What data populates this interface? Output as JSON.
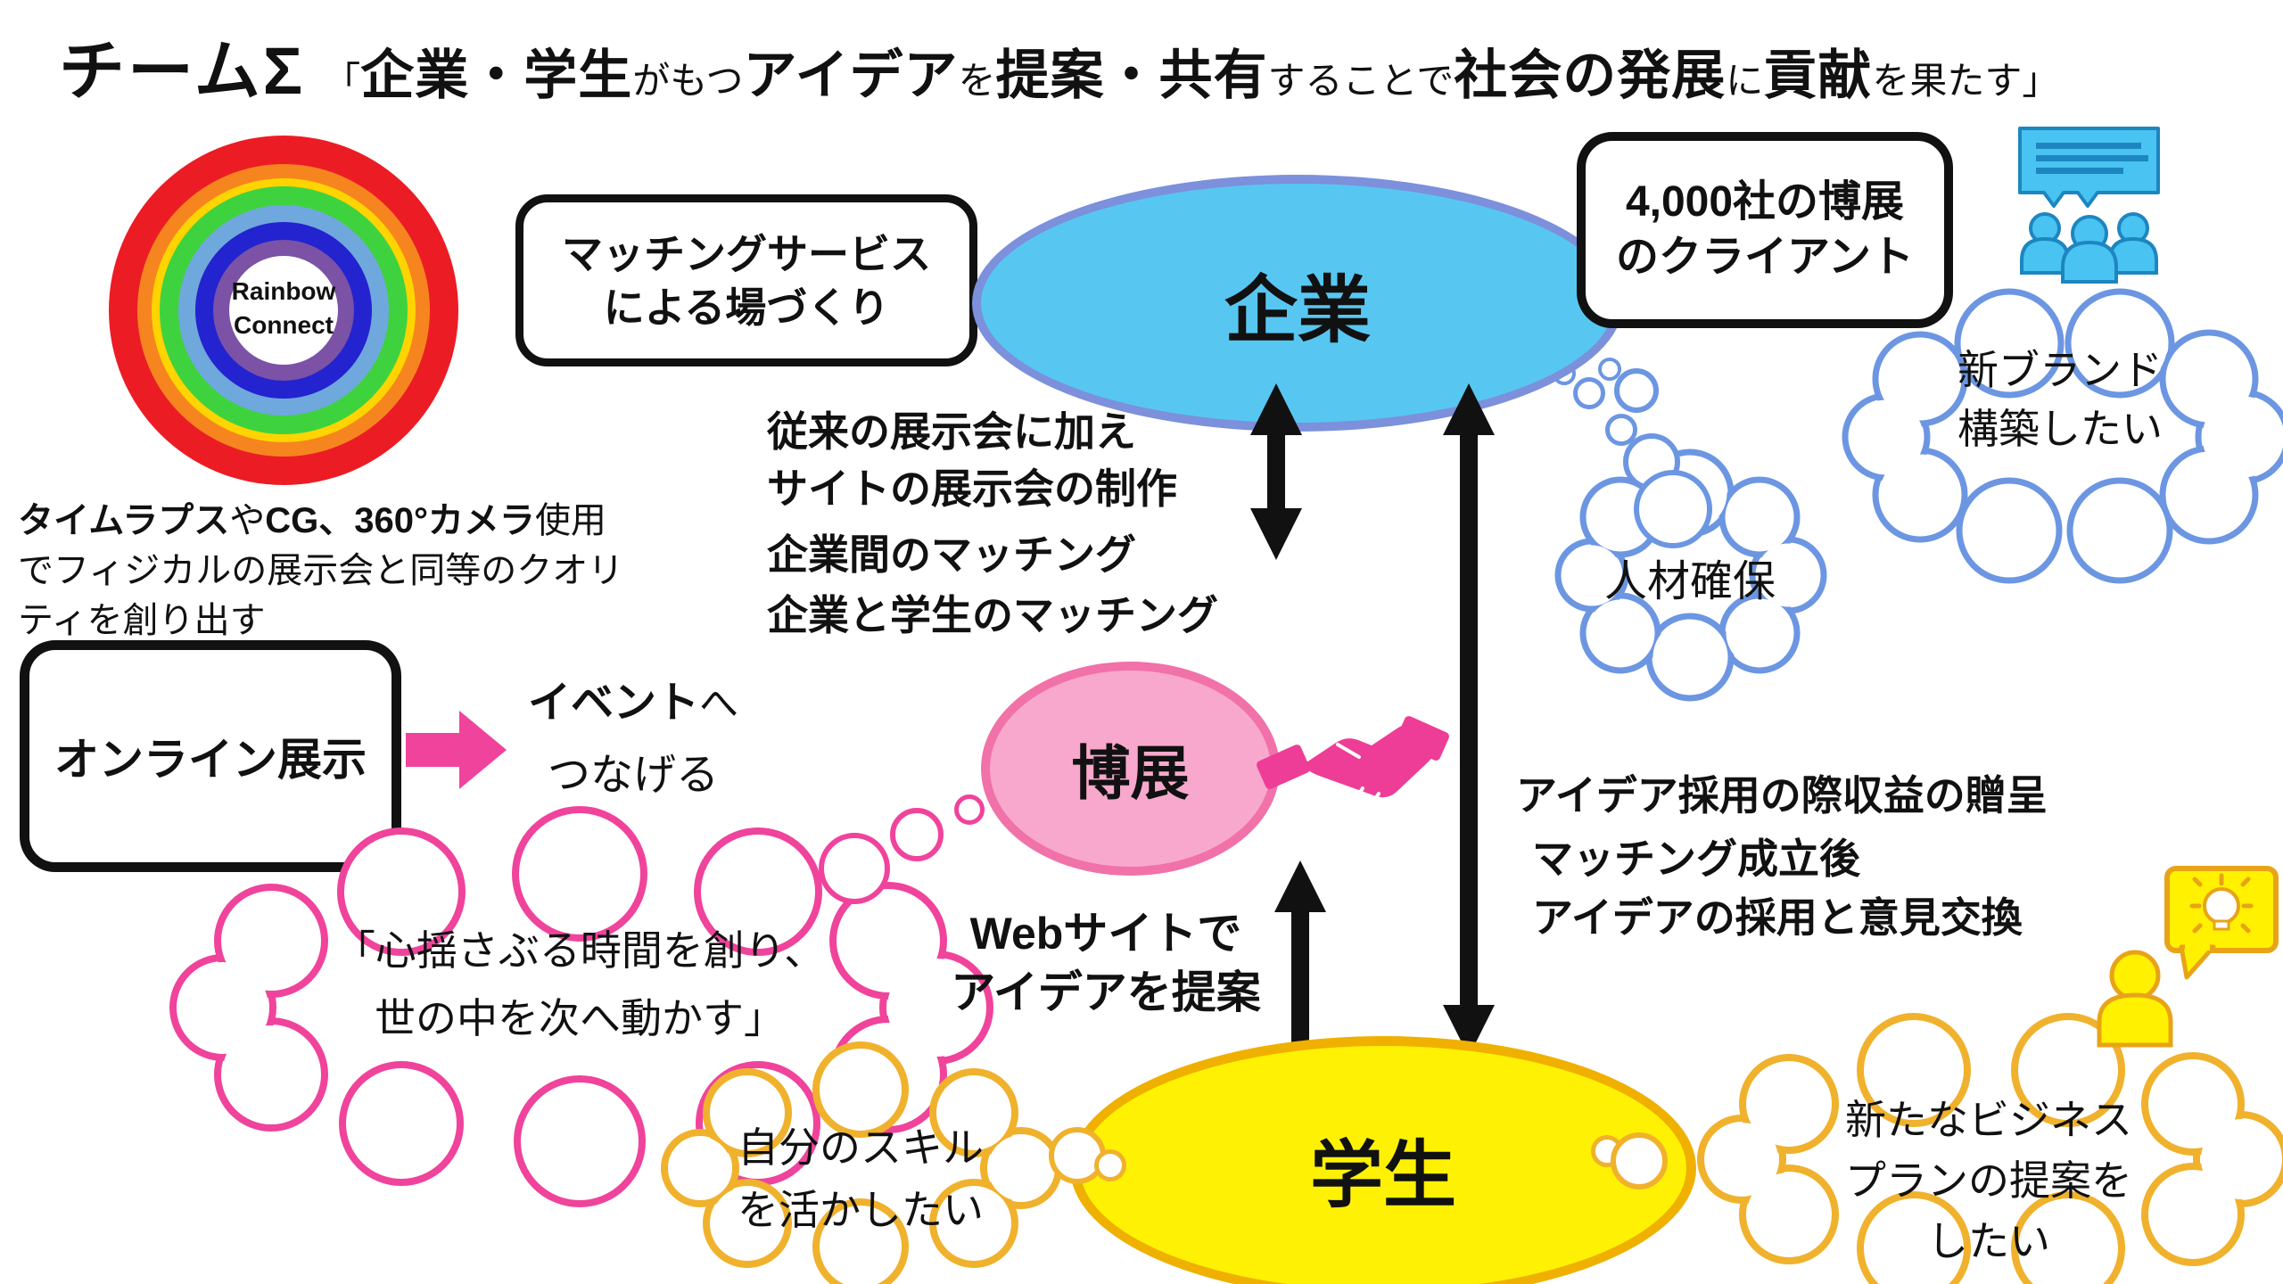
{
  "header": {
    "team": "チームΣ",
    "slogan_segments": [
      {
        "text": "「"
      },
      {
        "text": "企業・学生"
      },
      {
        "text": "がもつ"
      },
      {
        "text": "アイデア"
      },
      {
        "text": "を"
      },
      {
        "text": "提案・共有"
      },
      {
        "text": "することで"
      },
      {
        "text": "社会の発展"
      },
      {
        "text": "に"
      },
      {
        "text": "貢献"
      },
      {
        "text": "を果たす」"
      }
    ]
  },
  "logo": {
    "line1": "Rainbow",
    "line2": "Connect"
  },
  "left_note": {
    "seg_bold1": "タイムラプス",
    "seg_reg1": "や",
    "seg_bold2": "CG、360°カメラ",
    "seg_reg2": "使用",
    "line2": "でフィジカルの展示会と同等のクオリ",
    "line3": "ティを創り出す"
  },
  "matching_box": {
    "line1": "マッチングサービス",
    "line2": "による場づくり"
  },
  "clients_box": {
    "line1": "4,000社の博展",
    "line2": "のクライアント"
  },
  "online_box": {
    "label": "オンライン展示"
  },
  "event_note": {
    "emphasis": "イベント",
    "suffix": "へ",
    "line2": "つなげる"
  },
  "entities": {
    "company": "企業",
    "hakuten": "博展",
    "student": "学生"
  },
  "exhibition_note": {
    "line1": "従来の展示会に加え",
    "line2": "サイトの展示会の制作"
  },
  "matching_note": {
    "line1": "企業間のマッチング",
    "line2": "企業と学生のマッチング"
  },
  "web_note": {
    "line1": "Webサイトで",
    "line2": "アイデアを提案"
  },
  "profit_note": "アイデア採用の際収益の贈呈",
  "after_match_note": {
    "line1": "マッチング成立後",
    "line2": "アイデアの採用と意見交換"
  },
  "clouds": {
    "new_brand": {
      "line1": "新ブランド",
      "line2": "構築したい"
    },
    "talent": "人材確保",
    "vision": {
      "line1": "「心揺さぶる時間を創り、",
      "line2": "世の中を次へ動かす」"
    },
    "skill": {
      "line1": "自分のスキル",
      "line2": "を活かしたい"
    },
    "bizplan": {
      "line1": "新たなビジネス",
      "line2": "プランの提案を",
      "line3": "したい"
    }
  },
  "icons": {
    "logo": "rainbow-rings-logo",
    "clients": "group-chat-icon",
    "partnership": "handshake-icon",
    "student_idea": "person-idea-icon"
  },
  "colors": {
    "company_fill": "#57C7F2",
    "company_stroke": "#7C90DC",
    "hakuten_fill": "#F8A8CC",
    "hakuten_stroke": "#F171A9",
    "student_fill": "#FFF104",
    "student_stroke": "#F0B000",
    "pink_accent": "#F0439B",
    "cloud_blue": "#6C96E2",
    "cloud_pink": "#F0439B",
    "cloud_yellow": "#F0B12C",
    "icon_blue": "#49C3F1",
    "icon_blue_stroke": "#1D86C0",
    "icon_yellow": "#FFF100",
    "icon_yellow_stroke": "#E8A317",
    "arrow_black": "#111111"
  }
}
